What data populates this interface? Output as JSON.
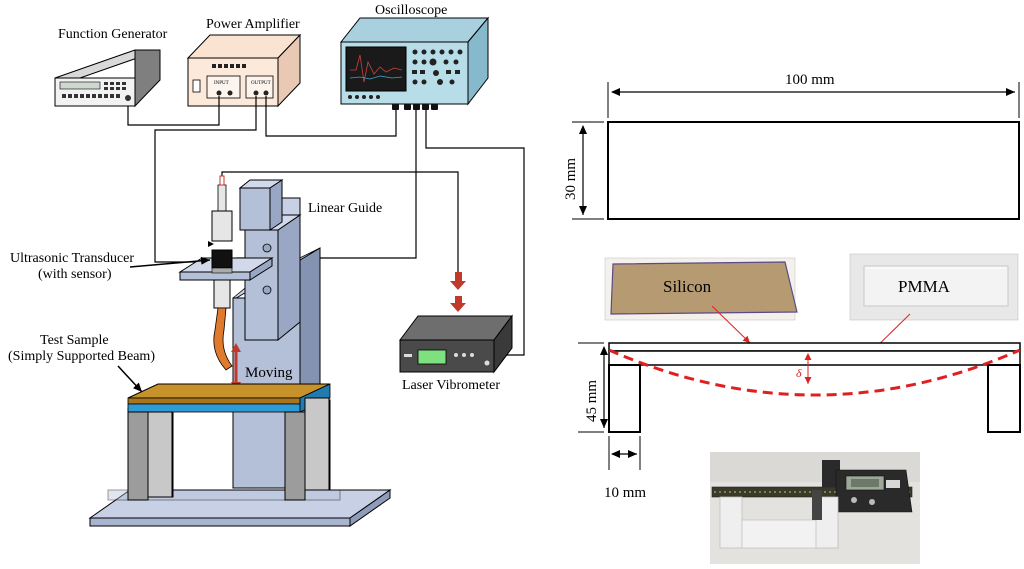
{
  "labels": {
    "function_generator": "Function Generator",
    "power_amplifier": "Power Amplifier",
    "oscilloscope": "Oscilloscope",
    "linear_guide": "Linear Guide",
    "ultrasonic_transducer": "Ultrasonic Transducer",
    "with_sensor": "(with sensor)",
    "test_sample": "Test Sample",
    "simply_supported_beam": "(Simply Supported Beam)",
    "moving": "Moving",
    "laser_vibrometer": "Laser Vibrometer",
    "amp_input": "INPUT",
    "amp_output": "OUTPUT"
  },
  "dimensions": {
    "length": "100 mm",
    "width": "30 mm",
    "height": "45 mm",
    "support": "10 mm",
    "deflection_symbol": "δ"
  },
  "photos": {
    "silicon": "Silicon",
    "pmma": "PMMA"
  },
  "colors": {
    "device_front": "#f2f2f2",
    "device_top": "#d9d9d9",
    "device_side": "#7f7f7f",
    "amp_body": "#fde9d9",
    "scope_body": "#b7dde8",
    "scope_screen": "#1a1a1a",
    "frame": "#b4bfd8",
    "frame_dark": "#9aa7c4",
    "beam_top": "#c8922a",
    "beam_blue": "#2e9bd6",
    "tip": "#e07a2c",
    "arrow_red": "#c0392b",
    "deflection": "#e02020",
    "photo_silicon": "#b59a72",
    "photo_pmma_bg": "#e8e8e8",
    "lcd_green": "#7fe07f"
  }
}
